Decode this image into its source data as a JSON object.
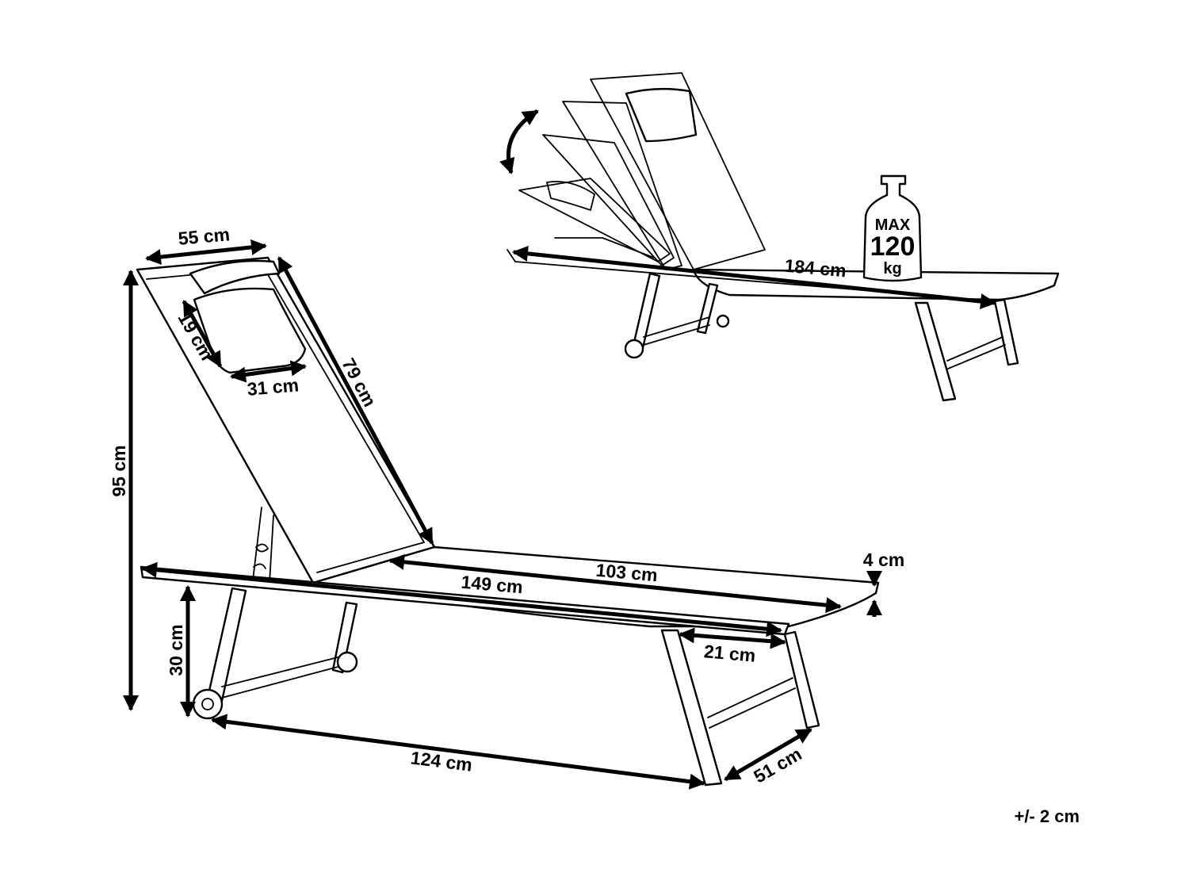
{
  "dimensions": {
    "headrest_width": "55 cm",
    "pillow_height": "19 cm",
    "pillow_width": "31 cm",
    "backrest_length": "79 cm",
    "total_height": "95 cm",
    "seat_length": "103 cm",
    "frame_length": "149 cm",
    "frame_thickness": "4 cm",
    "seat_height": "30 cm",
    "leg_offset": "21 cm",
    "base_length": "124 cm",
    "width": "51 cm",
    "flat_length": "184 cm"
  },
  "weight_limit": {
    "line1": "MAX",
    "line2": "120",
    "line3": "kg"
  },
  "tolerance": "+/- 2 cm"
}
